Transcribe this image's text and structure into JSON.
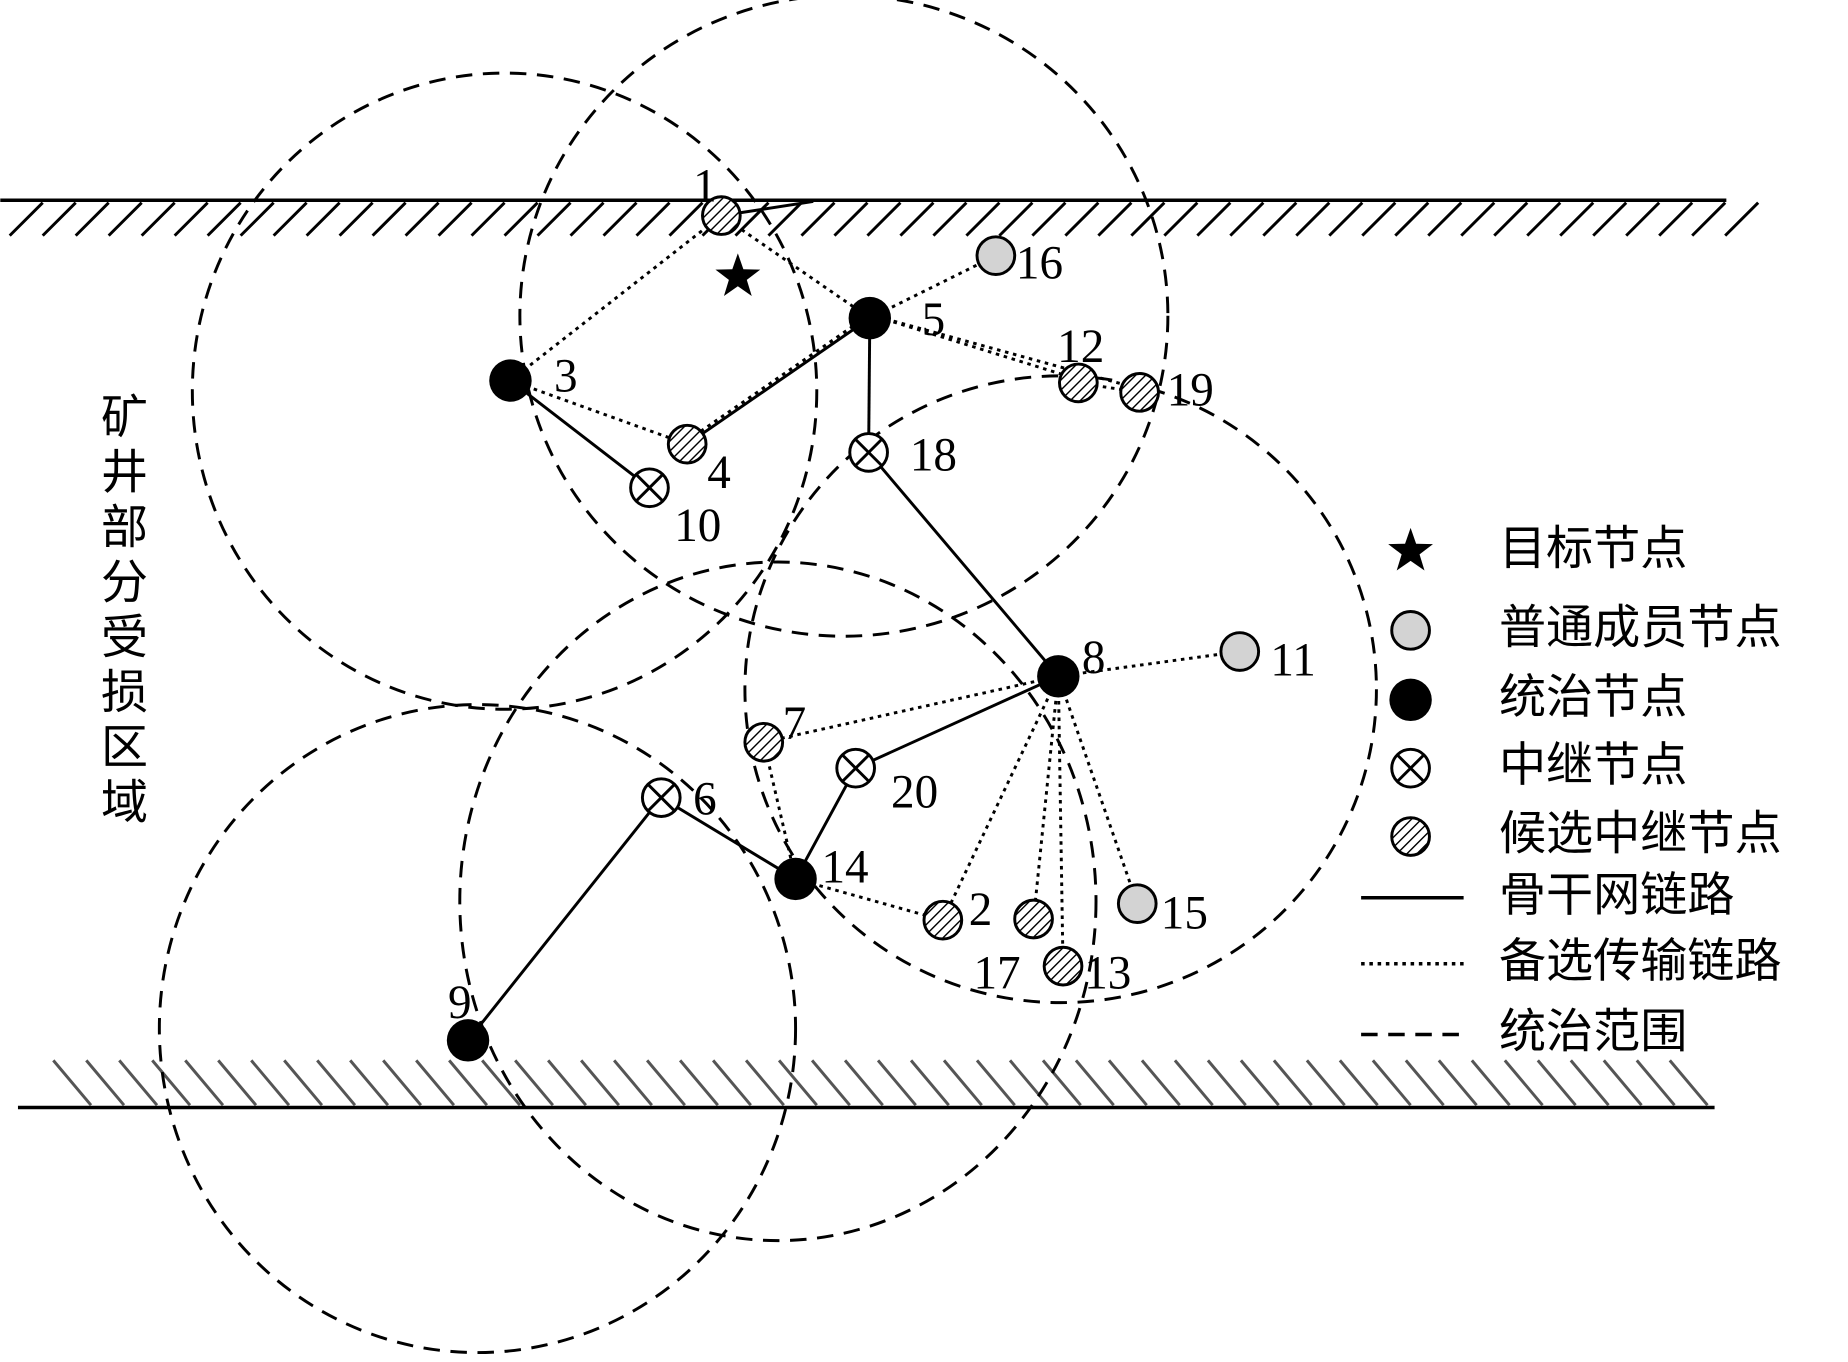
{
  "region_label": "矿井部分受损区域",
  "legend": [
    {
      "type": "target",
      "label": "目标节点"
    },
    {
      "type": "normal",
      "label": "普通成员节点"
    },
    {
      "type": "dominant",
      "label": "统治节点"
    },
    {
      "type": "relay",
      "label": "中继节点"
    },
    {
      "type": "candidate",
      "label": "候选中继节点"
    },
    {
      "type": "backbone",
      "label": "骨干网链路"
    },
    {
      "type": "alternative",
      "label": "备选传输链路"
    },
    {
      "type": "range",
      "label": "统治范围"
    }
  ],
  "nodes": [
    {
      "id": "1",
      "type": "candidate"
    },
    {
      "id": "2",
      "type": "candidate"
    },
    {
      "id": "3",
      "type": "dominant"
    },
    {
      "id": "4",
      "type": "candidate"
    },
    {
      "id": "5",
      "type": "dominant"
    },
    {
      "id": "6",
      "type": "relay"
    },
    {
      "id": "7",
      "type": "candidate"
    },
    {
      "id": "8",
      "type": "dominant"
    },
    {
      "id": "9",
      "type": "dominant"
    },
    {
      "id": "10",
      "type": "relay"
    },
    {
      "id": "11",
      "type": "normal"
    },
    {
      "id": "12",
      "type": "candidate"
    },
    {
      "id": "13",
      "type": "candidate"
    },
    {
      "id": "14",
      "type": "dominant"
    },
    {
      "id": "15",
      "type": "normal"
    },
    {
      "id": "16",
      "type": "normal"
    },
    {
      "id": "17",
      "type": "candidate"
    },
    {
      "id": "18",
      "type": "relay"
    },
    {
      "id": "19",
      "type": "candidate"
    },
    {
      "id": "20",
      "type": "relay"
    }
  ],
  "backbone_links": [
    [
      "3",
      "10"
    ],
    [
      "4",
      "5"
    ],
    [
      "5",
      "18"
    ],
    [
      "18",
      "8"
    ],
    [
      "8",
      "20"
    ],
    [
      "20",
      "14"
    ],
    [
      "14",
      "6"
    ],
    [
      "6",
      "9"
    ]
  ],
  "alternative_links": [
    [
      "1",
      "3"
    ],
    [
      "1",
      "5"
    ],
    [
      "3",
      "4"
    ],
    [
      "4",
      "5"
    ],
    [
      "5",
      "16"
    ],
    [
      "5",
      "12"
    ],
    [
      "5",
      "19"
    ],
    [
      "12",
      "19"
    ],
    [
      "8",
      "11"
    ],
    [
      "8",
      "7"
    ],
    [
      "7",
      "14"
    ],
    [
      "14",
      "2"
    ],
    [
      "8",
      "2"
    ],
    [
      "8",
      "17"
    ],
    [
      "8",
      "13"
    ],
    [
      "8",
      "15"
    ]
  ],
  "colors": {
    "normal_fill": "#d3d3d3",
    "ink": "#000000",
    "hatch_bottom": "#555555"
  }
}
